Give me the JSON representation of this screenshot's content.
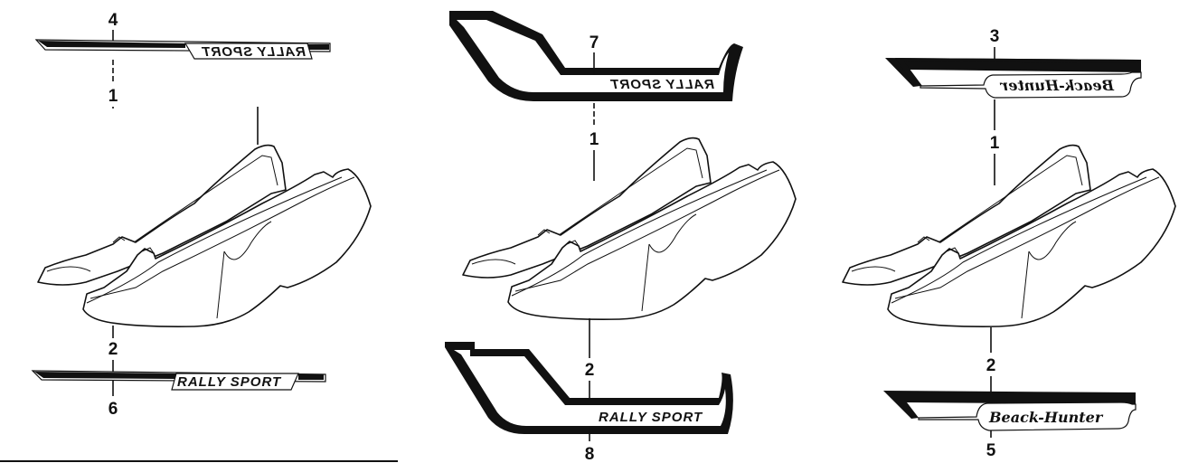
{
  "panels": [
    {
      "variant": "Rally Sport stripe",
      "callouts": {
        "top_decal": "4",
        "upper_cover": "1",
        "lower_cover": "2",
        "bottom_decal": "6"
      },
      "top_decal_text": "RALLY SPORT",
      "bottom_decal_text": "RALLY SPORT"
    },
    {
      "variant": "Rally Sport panel",
      "callouts": {
        "top_decal": "7",
        "upper_cover": "1",
        "lower_cover": "2",
        "bottom_decal": "8"
      },
      "top_decal_text": "RALLY SPORT",
      "bottom_decal_text": "RALLY SPORT"
    },
    {
      "variant": "Beack-Hunter",
      "callouts": {
        "top_decal": "3",
        "upper_cover": "1",
        "lower_cover": "2",
        "bottom_decal": "5"
      },
      "top_decal_text": "Beack-Hunter",
      "bottom_decal_text": "Beack-Hunter"
    }
  ],
  "colors": {
    "ink": "#111111",
    "paper": "#ffffff"
  }
}
